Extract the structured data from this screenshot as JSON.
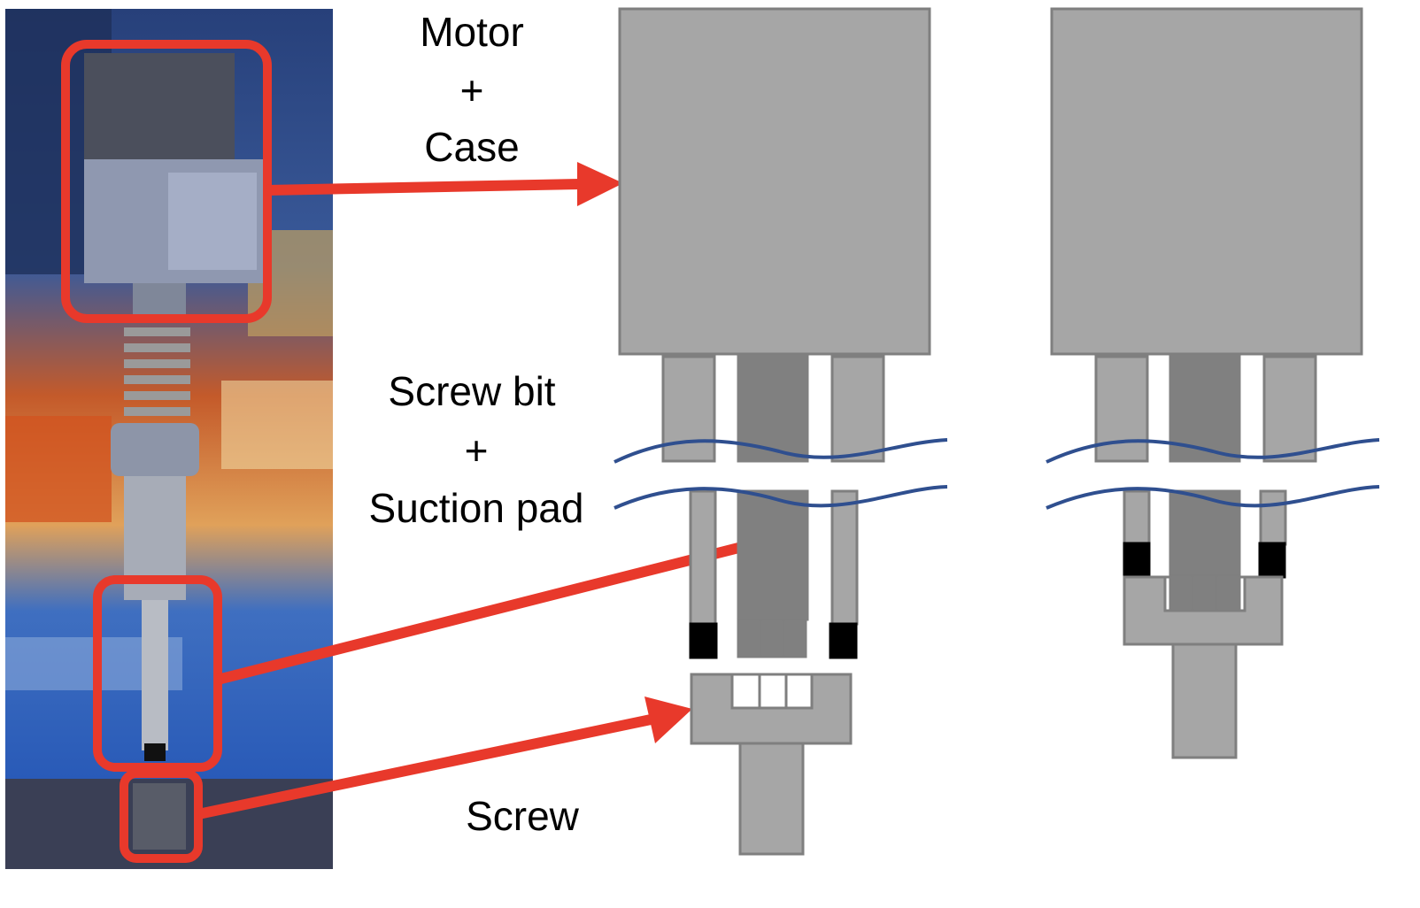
{
  "labels": {
    "motor_case": [
      "Motor",
      "+",
      "Case"
    ],
    "screw_bit_suction": [
      "Screw bit",
      "+",
      "Suction pad"
    ],
    "screw": "Screw"
  },
  "colors": {
    "annotation_red": "#e8392b",
    "part_gray": "#a6a6a6",
    "part_outline": "#7f7f7f",
    "bit_dark_gray": "#808080",
    "pad_black": "#000000",
    "break_line_blue": "#2f4f8f"
  }
}
